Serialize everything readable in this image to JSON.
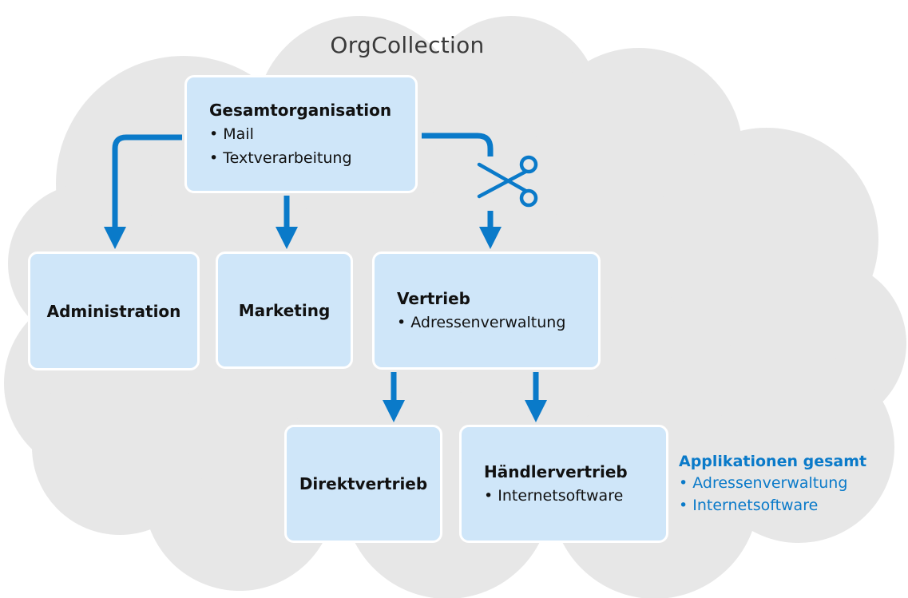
{
  "title": "OrgCollection",
  "colors": {
    "cloud": "#e7e7e7",
    "box_fill": "#cfe6f9",
    "arrow": "#0a7ac9",
    "accent_text": "#0a7ac9"
  },
  "nodes": {
    "gesamt": {
      "name": "Gesamtorganisation",
      "items": [
        "Mail",
        "Textverarbeitung"
      ]
    },
    "administration": {
      "name": "Administration"
    },
    "marketing": {
      "name": "Marketing"
    },
    "vertrieb": {
      "name": "Vertrieb",
      "items": [
        "Adressenverwaltung"
      ]
    },
    "direkt": {
      "name": "Direktvertrieb"
    },
    "haendler": {
      "name": "Händlervertrieb",
      "items": [
        "Internetsoftware"
      ]
    }
  },
  "applications_total": {
    "heading": "Applikationen gesamt",
    "items": [
      "Adressenverwaltung",
      "Internetsoftware"
    ]
  },
  "edges": [
    {
      "from": "Gesamtorganisation",
      "to": "Administration",
      "style": "solid"
    },
    {
      "from": "Gesamtorganisation",
      "to": "Marketing",
      "style": "solid"
    },
    {
      "from": "Gesamtorganisation",
      "to": "Vertrieb",
      "style": "cut",
      "icon": "scissors-icon"
    },
    {
      "from": "Vertrieb",
      "to": "Direktvertrieb",
      "style": "solid"
    },
    {
      "from": "Vertrieb",
      "to": "Händlervertrieb",
      "style": "solid"
    }
  ]
}
